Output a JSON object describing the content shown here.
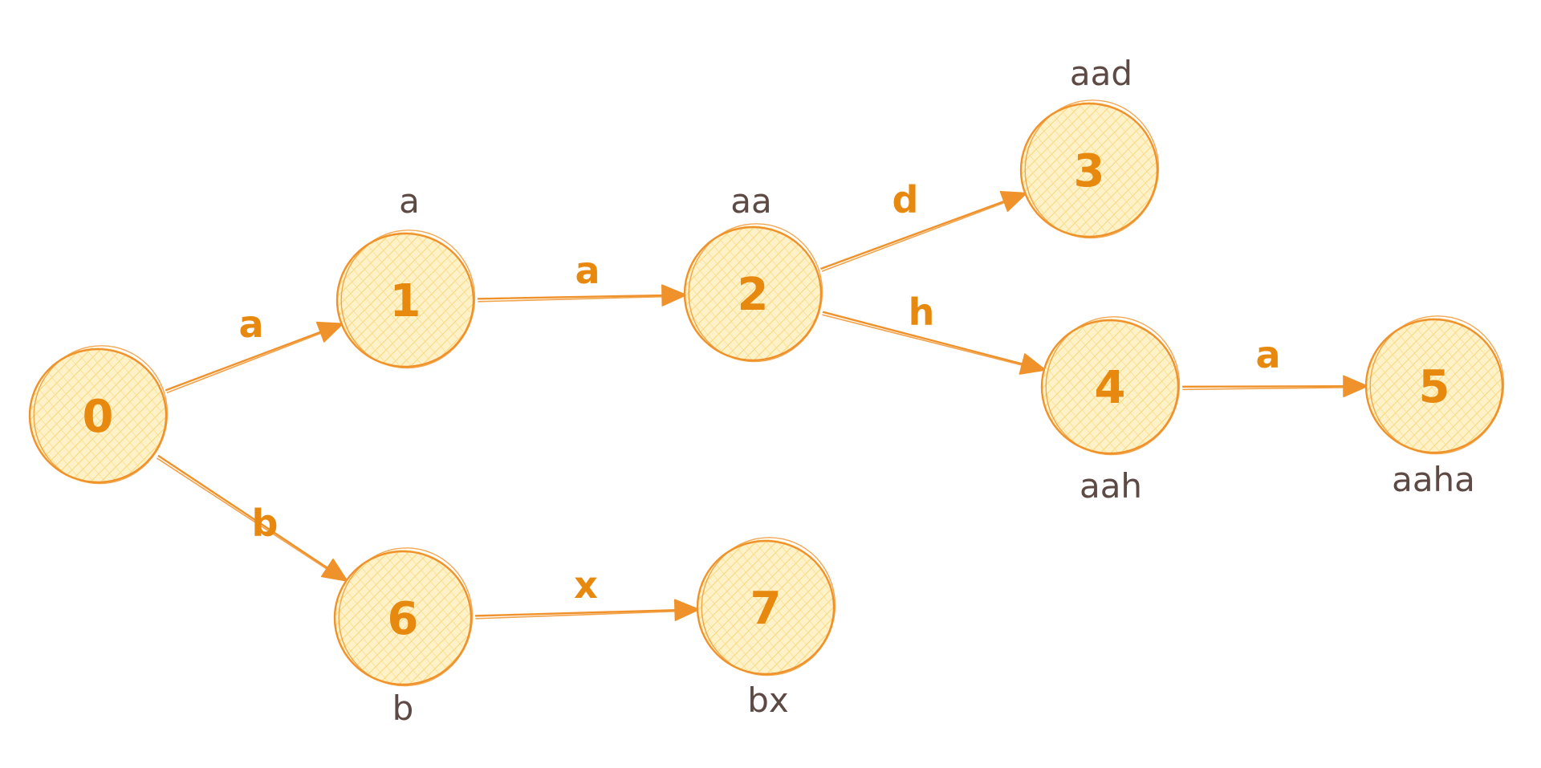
{
  "colors": {
    "node_fill": "#fdeaa6",
    "node_stroke": "#f0922b",
    "edge": "#f0922b",
    "node_text": "#e8890f",
    "prefix_text": "#5e4a45"
  },
  "nodes": [
    {
      "id": "0",
      "label": "0",
      "prefix": ""
    },
    {
      "id": "1",
      "label": "1",
      "prefix": "a"
    },
    {
      "id": "2",
      "label": "2",
      "prefix": "aa"
    },
    {
      "id": "3",
      "label": "3",
      "prefix": "aad"
    },
    {
      "id": "4",
      "label": "4",
      "prefix": "aah"
    },
    {
      "id": "5",
      "label": "5",
      "prefix": "aaha"
    },
    {
      "id": "6",
      "label": "6",
      "prefix": "b"
    },
    {
      "id": "7",
      "label": "7",
      "prefix": "bx"
    }
  ],
  "edges": [
    {
      "from": "0",
      "to": "1",
      "label": "a"
    },
    {
      "from": "1",
      "to": "2",
      "label": "a"
    },
    {
      "from": "2",
      "to": "3",
      "label": "d"
    },
    {
      "from": "2",
      "to": "4",
      "label": "h"
    },
    {
      "from": "4",
      "to": "5",
      "label": "a"
    },
    {
      "from": "0",
      "to": "6",
      "label": "b"
    },
    {
      "from": "6",
      "to": "7",
      "label": "x"
    }
  ]
}
